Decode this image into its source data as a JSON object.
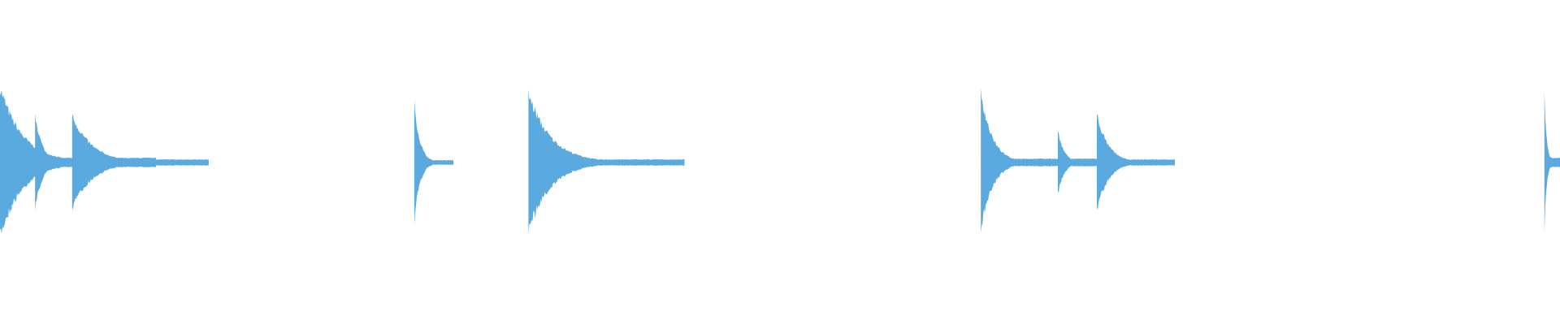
{
  "waveform": {
    "color": "#5aaae0",
    "duration_beats": 16,
    "hits": [
      {
        "beat": 0.0,
        "peak": 1.0,
        "decay_beats": 1.6,
        "tail": 0.06
      },
      {
        "beat": 0.36,
        "peak": 0.66,
        "decay_beats": 0.5,
        "tail": 0.05
      },
      {
        "beat": 0.74,
        "peak": 0.63,
        "decay_beats": 1.4,
        "tail": 0.04
      },
      {
        "beat": 4.25,
        "peak": 0.8,
        "decay_beats": 0.4,
        "tail": 0.03
      },
      {
        "beat": 5.42,
        "peak": 0.92,
        "decay_beats": 1.6,
        "tail": 0.04
      },
      {
        "beat": 10.06,
        "peak": 0.95,
        "decay_beats": 0.8,
        "tail": 0.05
      },
      {
        "beat": 10.85,
        "peak": 0.42,
        "decay_beats": 0.45,
        "tail": 0.05
      },
      {
        "beat": 11.25,
        "peak": 0.65,
        "decay_beats": 0.8,
        "tail": 0.04
      },
      {
        "beat": 15.84,
        "peak": 0.9,
        "decay_beats": 0.16,
        "tail": 0.06
      }
    ]
  }
}
